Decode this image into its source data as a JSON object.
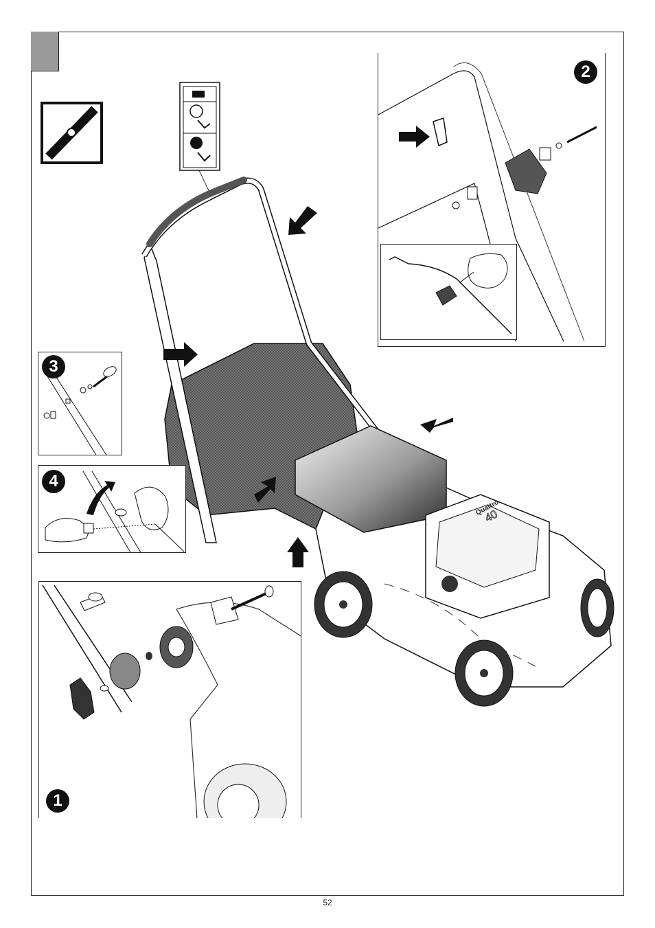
{
  "page": {
    "number": "52"
  },
  "steps": [
    {
      "badge": "1",
      "icon": "bolt-knob-assembly-illustration"
    },
    {
      "badge": "2",
      "icon": "cable-clip-attachment-illustration"
    },
    {
      "badge": "3",
      "icon": "handle-bolt-illustration"
    },
    {
      "badge": "4",
      "icon": "starter-rope-guide-illustration"
    }
  ],
  "mower": {
    "model_name": "Quattro",
    "model_number": "40"
  },
  "control_label": {
    "position_off": "0",
    "position_on": "I"
  },
  "icons": {
    "blade_symbol": "mower-blade-icon",
    "arrows": "pointer-arrow-icon"
  }
}
